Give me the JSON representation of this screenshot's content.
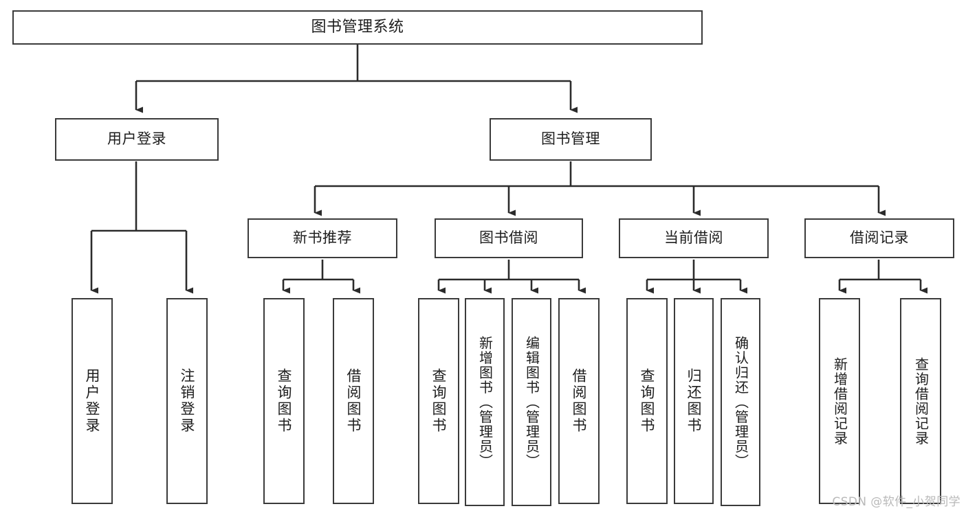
{
  "diagram": {
    "title": "图书管理系统",
    "type": "tree-hierarchy",
    "watermark": "CSDN @软件_小贺同学",
    "colors": {
      "background": "#ffffff",
      "box_border": "#3a3a3a",
      "connector": "#2b2b2b",
      "text": "#1d1d1d",
      "watermark": "#b9b9b9"
    },
    "root": {
      "label": "图书管理系统"
    },
    "level2": [
      {
        "label": "用户登录"
      },
      {
        "label": "图书管理"
      }
    ],
    "level3": [
      {
        "label": "新书推荐"
      },
      {
        "label": "图书借阅"
      },
      {
        "label": "当前借阅"
      },
      {
        "label": "借阅记录"
      }
    ],
    "leaves": {
      "user_login": [
        {
          "label": "用户登录"
        },
        {
          "label": "注销登录"
        }
      ],
      "new_book_recommend": [
        {
          "label": "查询图书"
        },
        {
          "label": "借阅图书"
        }
      ],
      "book_borrow": [
        {
          "label": "查询图书"
        },
        {
          "label": "新增图书（管理员）"
        },
        {
          "label": "编辑图书（管理员）"
        },
        {
          "label": "借阅图书"
        }
      ],
      "current_borrow": [
        {
          "label": "查询图书"
        },
        {
          "label": "归还图书"
        },
        {
          "label": "确认归还（管理员）"
        }
      ],
      "borrow_record": [
        {
          "label": "新增借阅记录"
        },
        {
          "label": "查询借阅记录"
        }
      ]
    }
  }
}
